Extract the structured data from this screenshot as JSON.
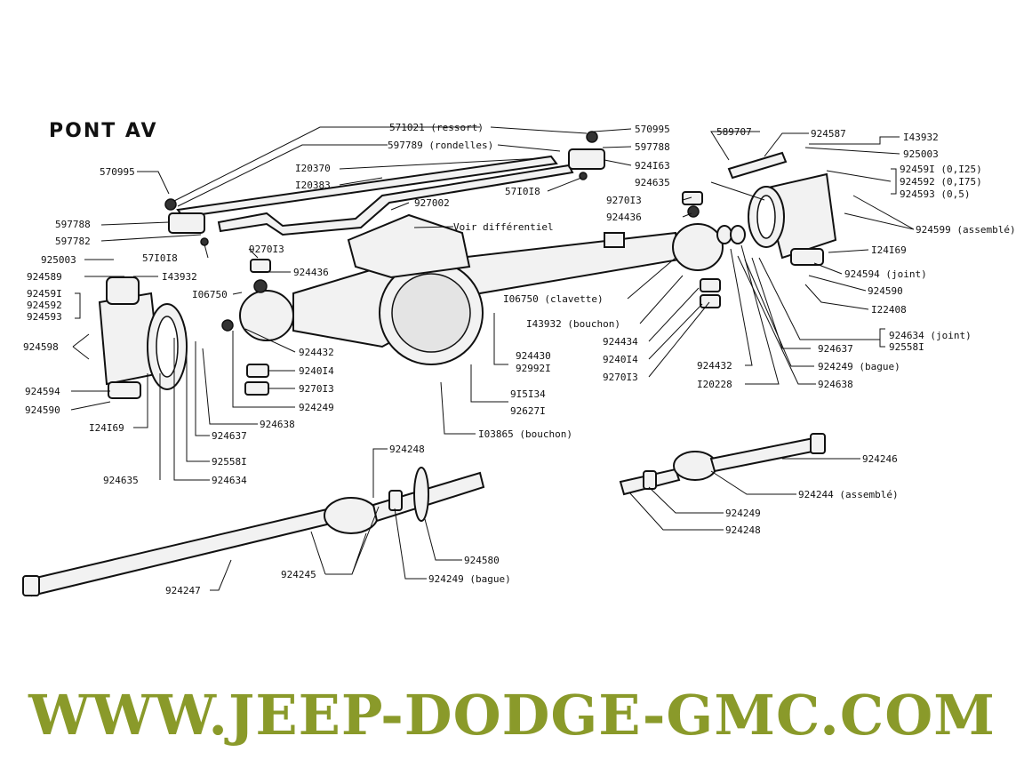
{
  "title": "PONT AV",
  "website": "WWW.JEEP-DODGE-GMC.COM",
  "colors": {
    "ink": "#111111",
    "paper": "#ffffff",
    "banner": "#8a9a2a"
  },
  "labels": {
    "l571021": "571021 (ressort)",
    "l597789": "597789 (rondelles)",
    "l120370": "I20370",
    "l120383": "I20383",
    "l927002": "927002",
    "l570995a": "570995",
    "l597788a": "597788",
    "l924163": "924I63",
    "l571018a": "57I0I8",
    "l570995b": "570995",
    "l597788b": "597788",
    "l597782": "597782",
    "l571018b": "57I0I8",
    "l925003a": "925003",
    "l924589": "924589",
    "l143932a": "I43932",
    "l924591a": "92459I",
    "l924592a": "924592",
    "l924593a": "924593",
    "l924598": "924598",
    "l924594a": "924594",
    "l924590a": "924590",
    "l124169a": "I24I69",
    "l924635a": "924635",
    "l924634a": "924634",
    "l925581a": "92558I",
    "l924637a": "924637",
    "l924638a": "924638",
    "l927013a": "9270I3",
    "l924436a": "924436",
    "l106750a": "I06750",
    "l924432a": "924432",
    "l924014a": "9240I4",
    "l927013b": "9270I3",
    "l924249a": "924249",
    "l924430": "924430",
    "l929921": "92992I",
    "l915134": "9I5I34",
    "l926271": "92627I",
    "l103865": "I03865 (bouchon)",
    "lvoir": "Voir différentiel",
    "l106750b": "I06750 (clavette)",
    "l143932b": "I43932 (bouchon)",
    "l924434": "924434",
    "l924014b": "9240I4",
    "l927013c": "9270I3",
    "l924432b": "924432",
    "l120228": "I20228",
    "l927013d": "9270I3",
    "l924436b": "924436",
    "l924635b": "924635",
    "l589707": "589707",
    "l924587": "924587",
    "l143932c": "I43932",
    "l925003b": "925003",
    "l924591b": "92459I (0,I25)",
    "l924592b": "924592 (0,I75)",
    "l924593b": "924593 (0,5)",
    "l924599": "924599 (assemblé)",
    "l124169b": "I24I69",
    "l924594b": "924594 (joint)",
    "l924590b": "924590",
    "l122408": "I22408",
    "l924634b": "924634 (joint)",
    "l925581b": "92558I",
    "l924637b": "924637",
    "l924249b": "924249 (bague)",
    "l924638b": "924638",
    "l924248a": "924248",
    "l924580": "924580",
    "l924249c": "924249 (bague)",
    "l924245": "924245",
    "l924247": "924247",
    "l924246": "924246",
    "l924244": "924244 (assemblé)",
    "l924249d": "924249",
    "l924248b": "924248"
  }
}
